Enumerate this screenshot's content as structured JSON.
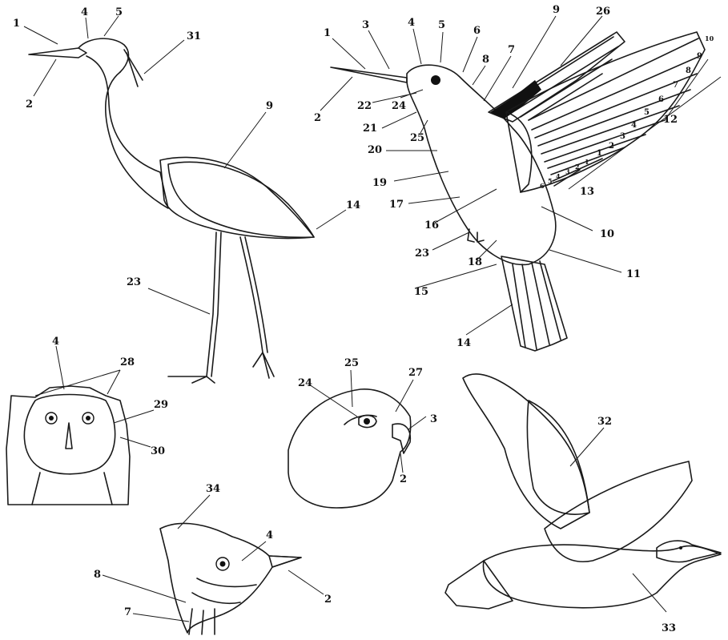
{
  "labels": {
    "heron": {
      "l1": "1",
      "l2": "2",
      "l4": "4",
      "l5": "5",
      "l31": "31",
      "l9": "9",
      "l14": "14",
      "l23": "23"
    },
    "hummingbird": {
      "l1": "1",
      "l2": "2",
      "l3": "3",
      "l4": "4",
      "l5": "5",
      "l6": "6",
      "l7": "7",
      "l8": "8",
      "l9": "9",
      "l26": "26",
      "l22": "22",
      "l24": "24",
      "l21": "21",
      "l25": "25",
      "l20": "20",
      "l19": "19",
      "l17": "17",
      "l16": "16",
      "l23": "23",
      "l18": "18",
      "l15": "15",
      "l14": "14",
      "l10": "10",
      "l11": "11",
      "l12": "12",
      "l13": "13",
      "primaries": [
        "10",
        "9",
        "8",
        "7",
        "6",
        "5",
        "4",
        "3",
        "2",
        "1"
      ],
      "secondaries": [
        "1",
        "2",
        "3",
        "4",
        "5",
        "6"
      ]
    },
    "owl": {
      "l4": "4",
      "l28": "28",
      "l29": "29",
      "l30": "30"
    },
    "hawk": {
      "l25": "25",
      "l27": "27",
      "l24": "24",
      "l3": "3",
      "l2": "2"
    },
    "woodpecker": {
      "l34": "34",
      "l4": "4",
      "l8": "8",
      "l7": "7",
      "l2": "2"
    },
    "duck": {
      "l32": "32",
      "l33": "33"
    }
  }
}
